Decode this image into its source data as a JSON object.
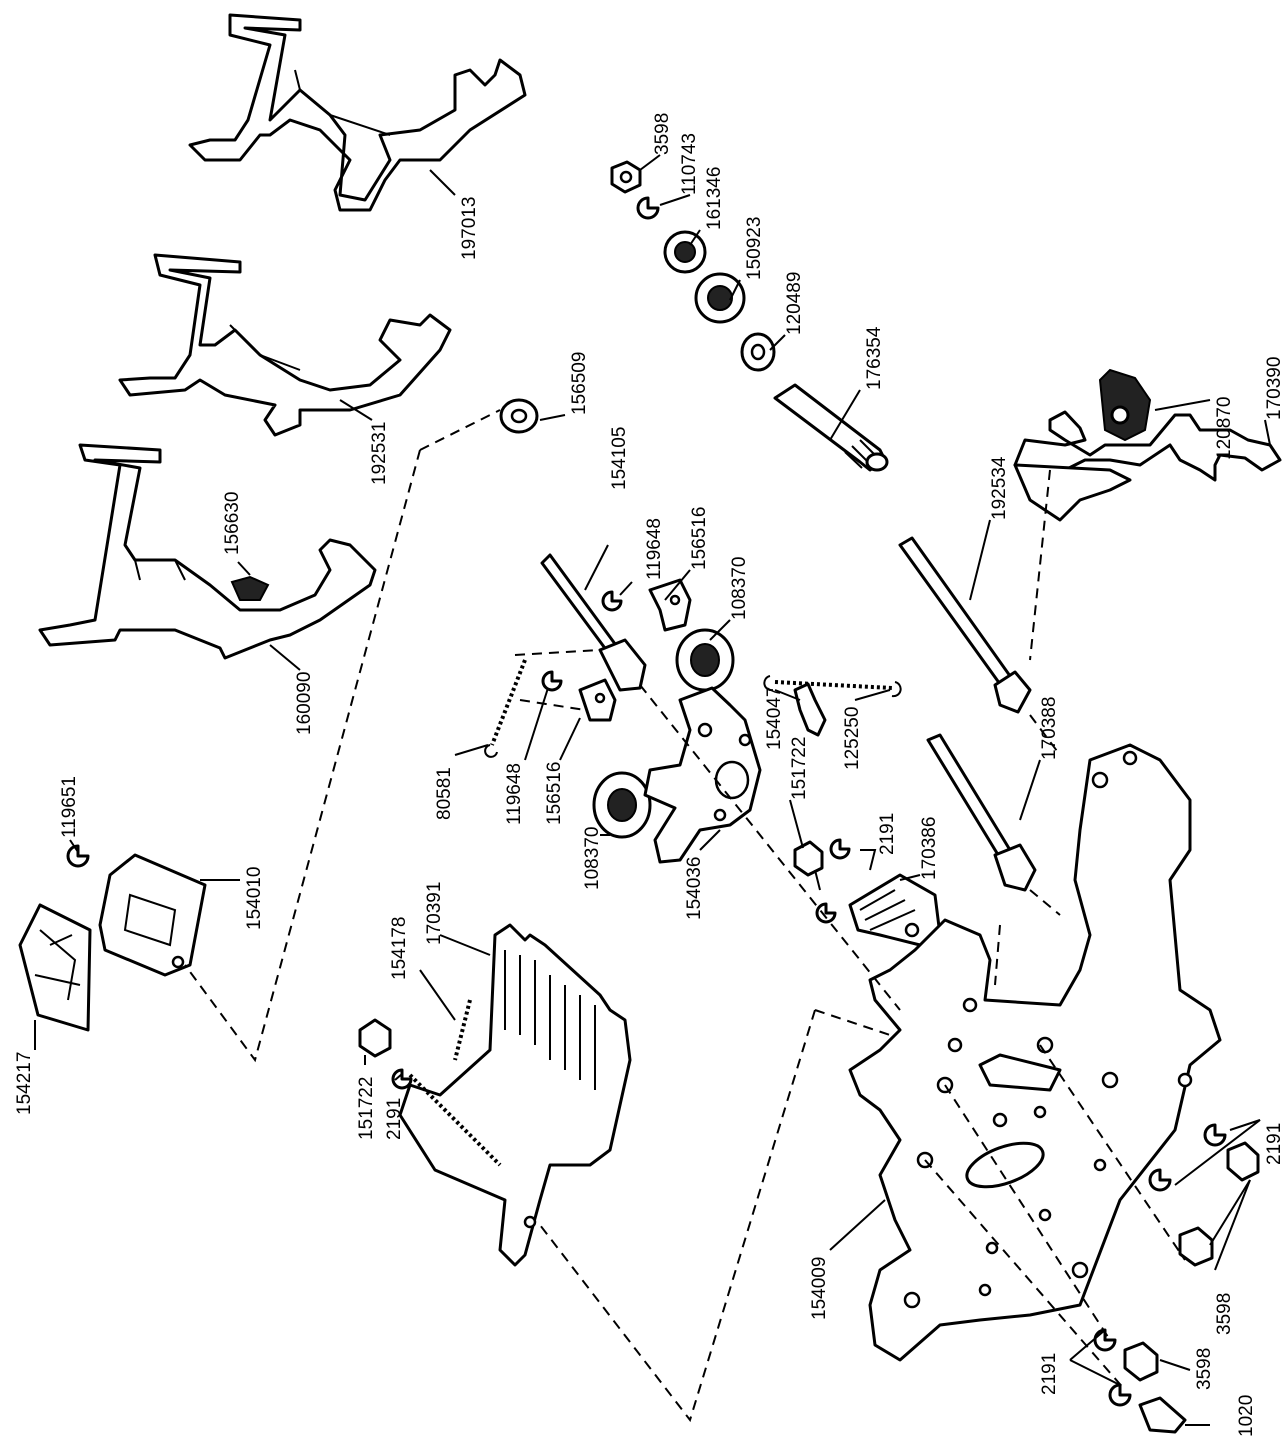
{
  "parts": {
    "p197013": "197013",
    "p192531": "192531",
    "p160090": "160090",
    "p156630": "156630",
    "p3598_top": "3598",
    "p110743": "110743",
    "p161346": "161346",
    "p150923": "150923",
    "p120489": "120489",
    "p176354": "176354",
    "p120870": "120870",
    "p170390": "170390",
    "p192534": "192534",
    "p156509": "156509",
    "p154105": "154105",
    "p119648_a": "119648",
    "p156516_a": "156516",
    "p108370_a": "108370",
    "p80581": "80581",
    "p119648_b": "119648",
    "p156516_b": "156516",
    "p108370_b": "108370",
    "p154047": "154047",
    "p151722_a": "151722",
    "p125250": "125250",
    "p2191_a": "2191",
    "p170386": "170386",
    "p170388": "170388",
    "p154036": "154036",
    "p119651": "119651",
    "p154010": "154010",
    "p154217": "154217",
    "p154178": "154178",
    "p170391": "170391",
    "p151722_b": "151722",
    "p2191_b": "2191",
    "p154009": "154009",
    "p2191_c": "2191",
    "p3598_b": "3598",
    "p2191_d": "2191",
    "p3598_c": "3598",
    "p1020": "1020"
  }
}
